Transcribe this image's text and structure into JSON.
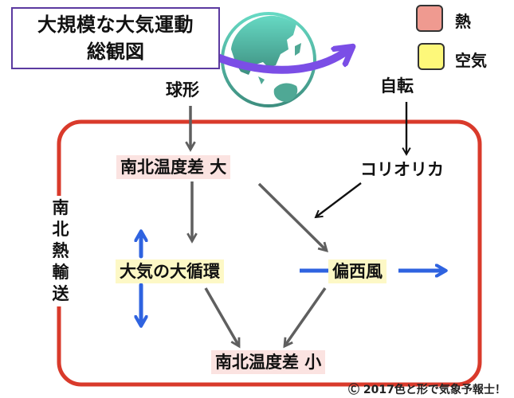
{
  "title": {
    "line1": "大規模な大気運動",
    "line2": "総観図"
  },
  "legend": [
    {
      "label": "熱",
      "color": "#ef9a90"
    },
    {
      "label": "空気",
      "color": "#fdf87a"
    }
  ],
  "colors": {
    "frame": "#d93a2b",
    "flow_arrow": "#5f5f5f",
    "cause_arrow": "#111111",
    "wind_arrow": "#2f63e0",
    "earth_arrow": "#7b4ee6",
    "earth_land": "#58c7b2",
    "heat_highlight": "#fbe3e1",
    "air_highlight": "#fdf8c6"
  },
  "nodes": {
    "sphere": "球形",
    "rotation": "自転",
    "temp_diff_large": "南北温度差 大",
    "coriolis": "コリオリカ",
    "general_circulation": "大気の大循環",
    "westerlies": "偏西風",
    "temp_diff_small": "南北温度差 小",
    "meridional_heat_transport": "南北熱輸送"
  },
  "copyright": "Ⓒ 2017色と形で気象予報士！"
}
